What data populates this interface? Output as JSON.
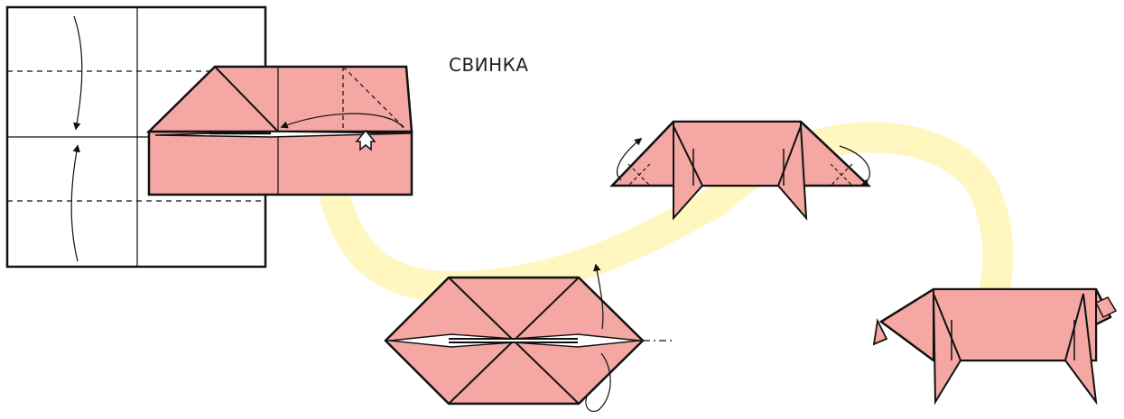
{
  "title": "СВИНКА",
  "colors": {
    "paper": "#f4a7a3",
    "path": "#fff6c0",
    "line": "#111111",
    "background": "#ffffff"
  },
  "steps": [
    {
      "id": "step-1",
      "shape": "square-with-folds"
    },
    {
      "id": "step-2",
      "shape": "folded-rectangle"
    },
    {
      "id": "step-3",
      "shape": "hexagon-base"
    },
    {
      "id": "step-4",
      "shape": "pig-body-legs"
    },
    {
      "id": "step-5",
      "shape": "pig-finished"
    }
  ]
}
